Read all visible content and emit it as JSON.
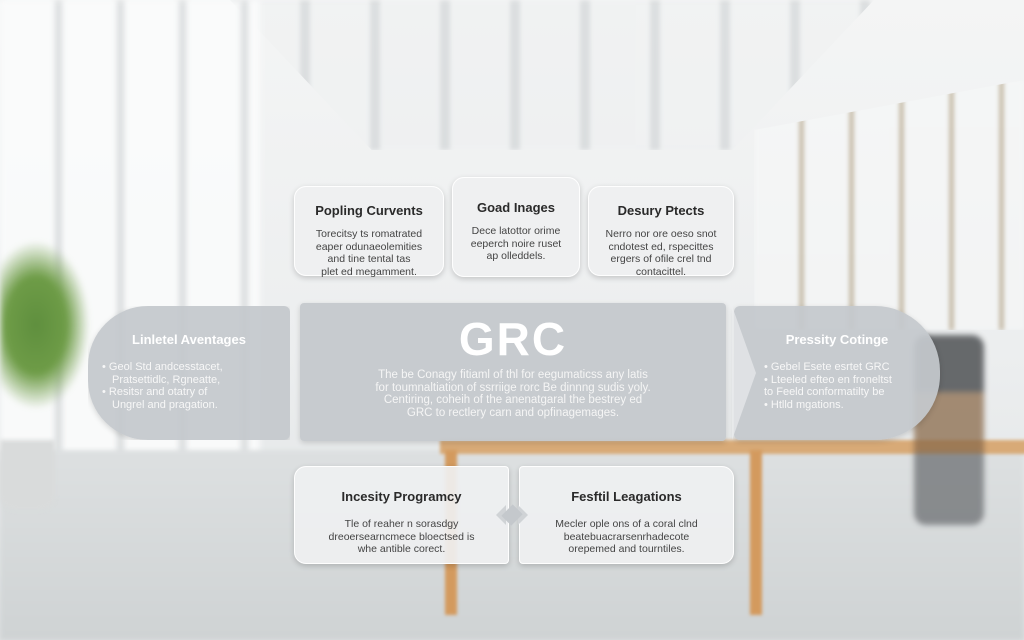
{
  "top_cards": [
    {
      "title": "Popling Curvents",
      "lines": [
        "Torecitsy ts romatrated",
        "eaper odunaeolemities",
        "and tine tental tas",
        "plet ed megamment."
      ]
    },
    {
      "title": "Goad Inages",
      "lines": [
        "Dece latottor orime",
        "eeperch noire ruset",
        "ap olleddels."
      ]
    },
    {
      "title": "Desury Ptects",
      "lines": [
        "Nerro nor ore oeso snot",
        "cndotest ed, rspecittes",
        "ergers of ofile crel tnd",
        "contacittel."
      ]
    }
  ],
  "center": {
    "heading": "GRC",
    "lines": [
      "The be Conagy fitiaml of thl for eegumaticss any latis",
      "for toumnaltiation of ssrriige rorc Be dinnng sudis yoly.",
      "Centiring, coheih of the anenatgaral the bestrey ed",
      "GRC to rectlery carn and opfinagemages."
    ]
  },
  "left_arrow": {
    "title": "Linletel Aventages",
    "items": [
      "• Geol Std andcesstacet,",
      "  Pratsettidlc,  Rgneatte,",
      "• Resitsr and otatry of",
      "  Ungrel and pragation."
    ]
  },
  "right_arrow": {
    "title": "Pressity Cotinge",
    "items": [
      "• Gebel Esete esrtet GRC",
      "• Lteeled efteo en froneltst",
      "to Feeld conformatilty be",
      "• Htlld mgations."
    ]
  },
  "bottom_cards": [
    {
      "title": "Incesity Programcy",
      "lines": [
        "Tle of reaher n sorasdgy",
        "dreoersearncmece bloectsed is",
        "whe antible corect."
      ]
    },
    {
      "title": "Fesftil Leagations",
      "lines": [
        "Mecler ople ons of a coral clnd",
        "beatebuacrarsenrhadecote",
        "orepemed and tourntiles."
      ]
    }
  ],
  "colors": {
    "card_bg": "#eff0f1",
    "center_bg": "#c4c8cc",
    "text_dark": "#2a2a2a",
    "text_light": "#ffffff"
  }
}
